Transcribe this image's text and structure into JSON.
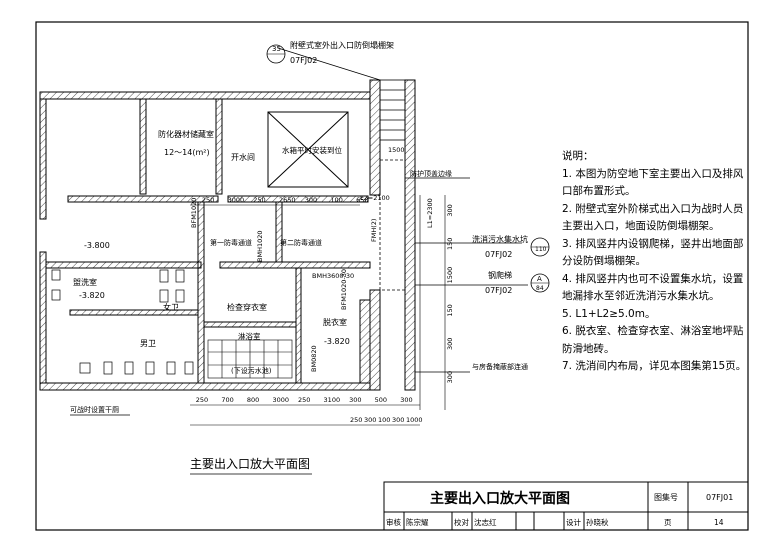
{
  "drawing": {
    "ref_top_label": "附壁式室外出入口防倒塌棚架",
    "ref_top_num": "35",
    "ref_top_atlas": "07FJ02",
    "ref_right1_label": "洗消污水集水坑",
    "ref_right1_num": "110",
    "ref_right1_atlas": "07FJ02",
    "ref_right2_label": "钢爬梯",
    "ref_right2_num": "A",
    "ref_right2_sub": "84",
    "ref_right2_atlas": "07FJ02",
    "rooms": {
      "storage": "防化器材储藏室",
      "storage_area": "12～14(m²)",
      "switch_room": "开水间",
      "tank": "水箱平时安装到位",
      "toilet_women": "女卫",
      "toilet_men": "男卫",
      "wash_room": "盥洗室",
      "wash_level": "-3.820",
      "level_main": "-3.800",
      "airlock1": "第一防毒通道",
      "airlock2": "第二防毒通道",
      "check_room": "检查穿衣室",
      "undress": "脱衣室",
      "undress_level": "-3.820",
      "shower": "淋浴室",
      "sewage_pit": "(下设污水池)",
      "guard_note": "防护顶盖边缘",
      "war_note": "可战时设置干厕",
      "conn_note": "与房备掩蔽部连通"
    },
    "doors": {
      "d1": "BFM1020",
      "d2": "BMH1020",
      "d3": "BMH3600-30",
      "d4": "BFM1020-30",
      "d5": "BM0820",
      "d6": "FMH(2)"
    },
    "dims_top": [
      "250",
      "3000",
      "250",
      "2650",
      "300",
      "100",
      "650"
    ],
    "dims_bottom1": [
      "250",
      "700",
      "800",
      "3000",
      "250",
      "3100",
      "300",
      "500",
      "300"
    ],
    "dims_bottom2": [
      "250",
      "300",
      "100",
      "300",
      "1000"
    ],
    "dims_right": [
      "300",
      "150",
      "1500",
      "150",
      "300",
      "300"
    ],
    "dim_l2": "L2=2100",
    "dim_l1": "L1=2300",
    "dim_1500": "1500",
    "plan_caption": "主要出入口放大平面图"
  },
  "notes": {
    "heading": "说明：",
    "items": [
      "1. 本图为防空地下室主要出入口及排风口部布置形式。",
      "2. 附壁式室外阶梯式出入口为战时人员主要出入口，地面设防倒塌棚架。",
      "3. 排风竖井内设钢爬梯，竖井出地面部分设防倒塌棚架。",
      "4. 排风竖井内也可不设置集水坑，设置地漏排水至邻近洗消污水集水坑。",
      "5. L1+L2≥5.0m。",
      "6. 脱衣室、检查穿衣室、淋浴室地坪贴防滑地砖。",
      "7. 洗消间内布局，详见本图集第15页。"
    ]
  },
  "titleblock": {
    "title": "主要出入口放大平面图",
    "atlas_label": "图集号",
    "atlas_value": "07FJ01",
    "review_label": "审核",
    "review_name": "陈宗耀",
    "check_label": "校对",
    "check_name": "沈志红",
    "design_label": "设计",
    "design_name": "孙晓秋",
    "page_label": "页",
    "page_value": "14"
  }
}
